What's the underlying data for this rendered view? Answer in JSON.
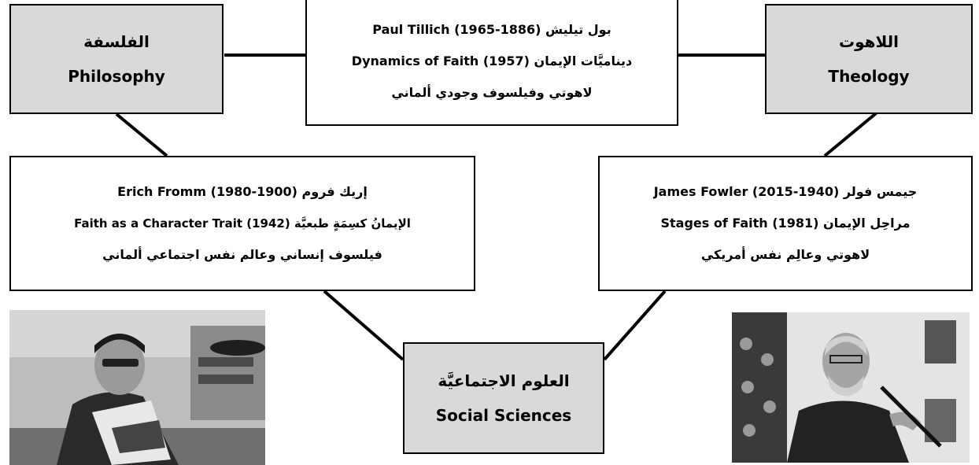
{
  "fields": {
    "philosophy": {
      "ar": "الفلسفة",
      "en": "Philosophy"
    },
    "theology": {
      "ar": "اللاهوت",
      "en": "Theology"
    },
    "social_sciences": {
      "ar": "العلوم الاجتماعيَّة",
      "en": "Social Sciences"
    }
  },
  "people": {
    "tillich": {
      "line1": "بول تيليش (1886-1965) Paul Tillich",
      "line2": "ديناميَّات الإيمان (1957) Dynamics of Faith",
      "line3": "لاهوتي وفيلسوف وجودي ألماني"
    },
    "fromm": {
      "line1": "إريك فروم (1900-1980) Erich Fromm",
      "line2": "الإيمانُ كسِمَةٍ طبعيَّة (1942) Faith as a Character Trait",
      "line3": "فيلسوف إنساني وعالم نفس اجتماعي ألماني"
    },
    "fowler": {
      "line1": "جيمس فولر (1940-2015) James Fowler",
      "line2": "مراحِل الإيمان (1981) Stages of Faith",
      "line3": "لاهوتي وعالِم نفس أمريكي"
    }
  },
  "colors": {
    "field_fill": "#d9d9d9",
    "border": "#000000"
  }
}
